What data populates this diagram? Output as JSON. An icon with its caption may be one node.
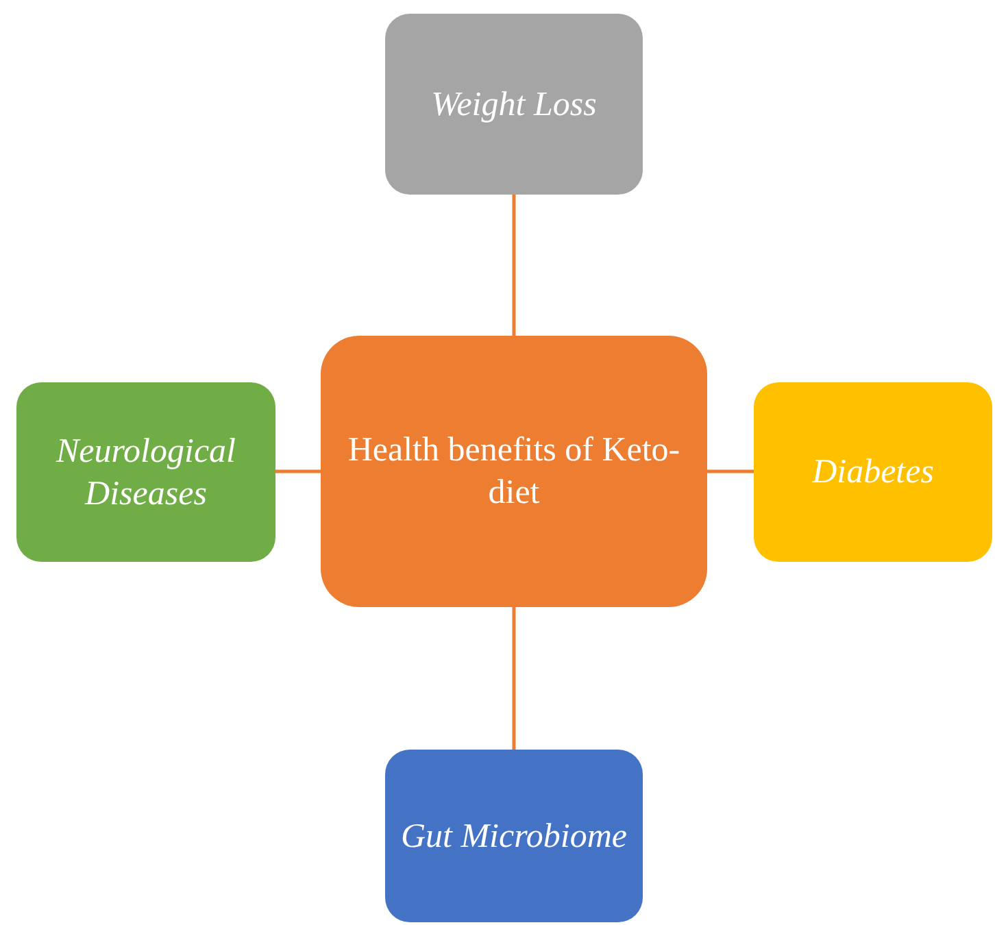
{
  "diagram": {
    "nodes": [
      {
        "text": [
          "Weight Loss"
        ]
      },
      {
        "text": [
          "Neurological Diseases"
        ]
      },
      {
        "text": [
          "Health benefits of Keto-diet"
        ]
      },
      {
        "text": [
          "Diabetes"
        ]
      },
      {
        "text": [
          "Gut Microbiome"
        ]
      }
    ],
    "edges": [
      {
        "from": 2,
        "to": 0,
        "arrow": "none"
      },
      {
        "from": 2,
        "to": 1,
        "arrow": "none"
      },
      {
        "from": 2,
        "to": 3,
        "arrow": "none"
      },
      {
        "from": 2,
        "to": 4,
        "arrow": "none"
      }
    ]
  }
}
